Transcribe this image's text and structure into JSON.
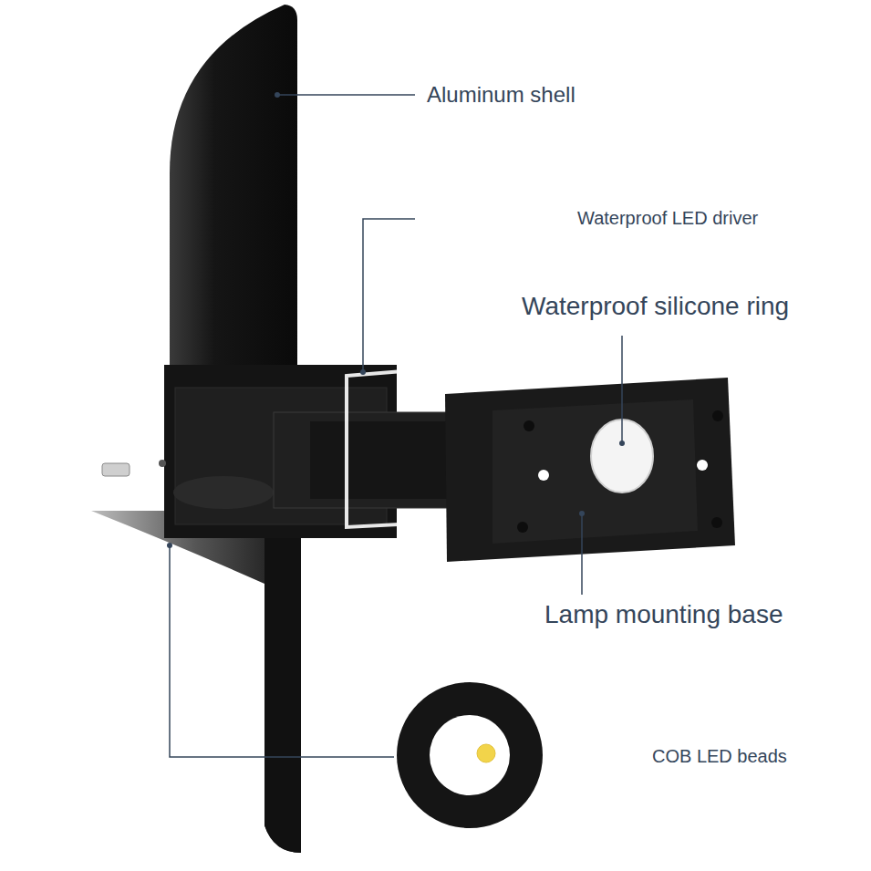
{
  "diagram": {
    "labels": [
      "Aluminum shell",
      "Waterproof LED driver",
      "Waterproof silicone ring",
      "Lamp mounting base",
      "COB LED beads"
    ]
  }
}
